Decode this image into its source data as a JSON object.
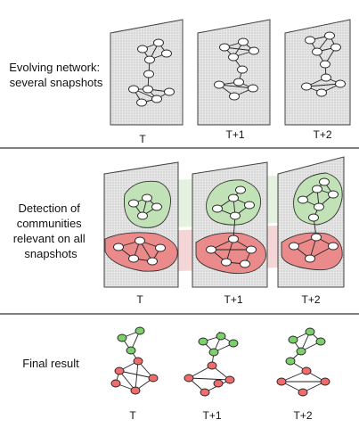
{
  "panels": [
    {
      "id": "evolving",
      "label_lines": [
        "Evolving network:",
        "several snapshots"
      ]
    },
    {
      "id": "detection",
      "label_lines": [
        "Detection of",
        "communities",
        "relevant on all",
        "snapshots"
      ]
    },
    {
      "id": "final",
      "label_lines": [
        "Final result"
      ]
    }
  ],
  "time_labels": [
    "T",
    "T+1",
    "T+2"
  ],
  "colors": {
    "divider": "#333333",
    "plane_fill": "#d9d9d9",
    "plane_stroke": "#555555",
    "community_green": "#b9deb0",
    "community_red": "#e88484",
    "node_green": "#7ccf6c",
    "node_red": "#ef6d6d",
    "node_white": "#ffffff"
  }
}
